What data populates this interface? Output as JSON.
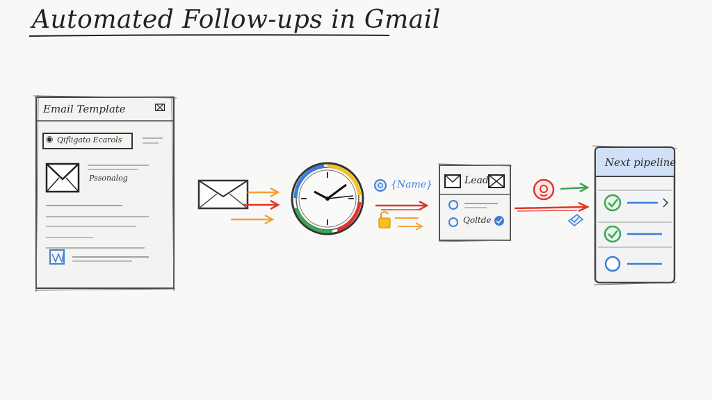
{
  "title": "Automated Follow-ups in Gmail",
  "template_card": {
    "header": "Email Template",
    "field_label": "Qifligato Ecarols",
    "personalize_label": "Pssonalog"
  },
  "variable_tag": "{Name}",
  "lead_card": {
    "header": "Lead",
    "status_label": "Qoltde"
  },
  "pipeline_card": {
    "header": "Next pipeline"
  },
  "colors": {
    "orange": "#f2a23a",
    "red": "#e2342a",
    "green": "#3aa655",
    "blue": "#3b7dd8",
    "yellow": "#f4c21f",
    "ink": "#2a2a2a",
    "pipeline_header": "#cfe0f7"
  },
  "icons": [
    "close-icon",
    "envelope-icon",
    "clock-icon",
    "check-icon",
    "chevron-right-icon",
    "lock-icon",
    "refresh-icon"
  ]
}
